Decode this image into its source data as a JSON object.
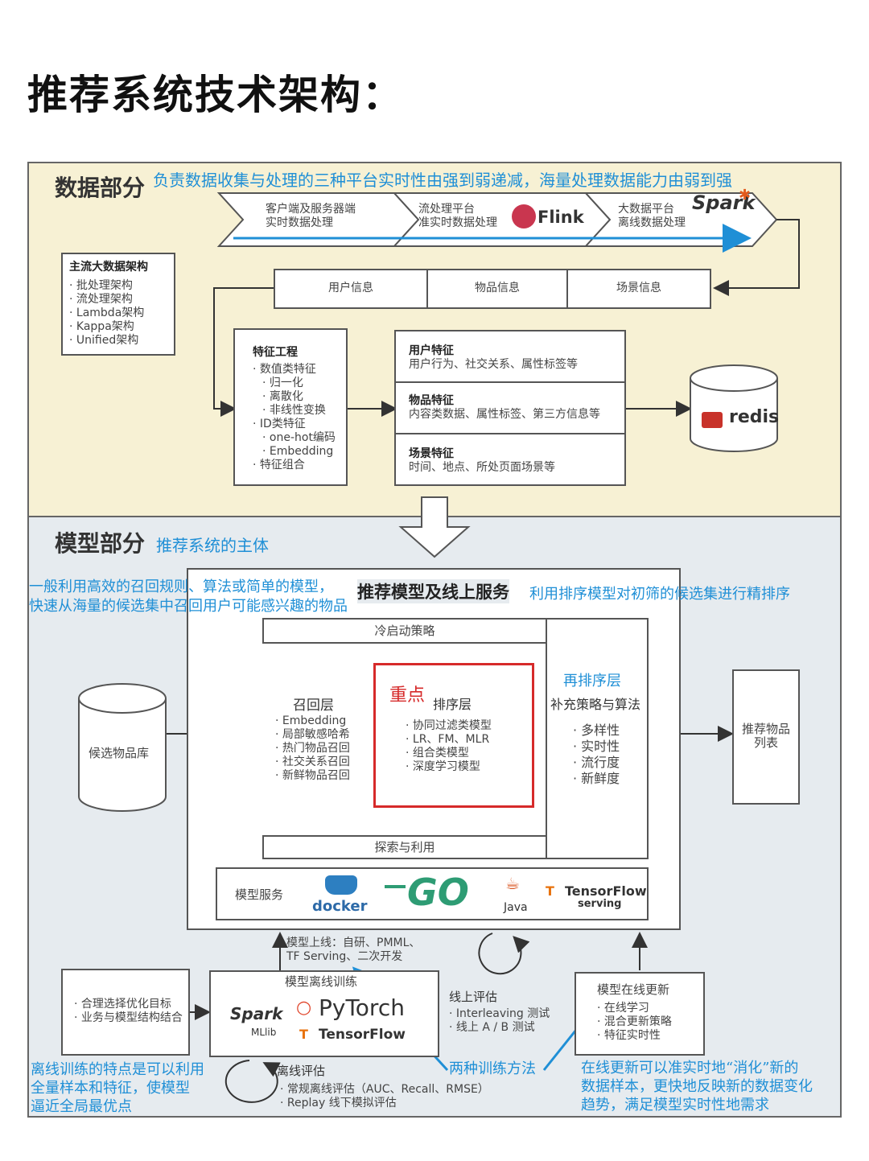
{
  "title": "推荐系统技术架构：",
  "data_section": {
    "label": "数据部分",
    "annotation": "负责数据收集与处理的三种平台实时性由强到弱递减，海量处理数据能力由弱到强",
    "platforms": [
      {
        "line1": "客户端及服务器端",
        "line2": "实时数据处理",
        "logo": ""
      },
      {
        "line1": "流处理平台",
        "line2": "准实时数据处理",
        "logo": "Flink"
      },
      {
        "line1": "大数据平台",
        "line2": "离线数据处理",
        "logo": "Spark"
      }
    ],
    "mainstream": {
      "title": "主流大数据架构",
      "items": [
        "· 批处理架构",
        "· 流处理架构",
        "· Lambda架构",
        "· Kappa架构",
        "· Unified架构"
      ]
    },
    "info_boxes": [
      "用户信息",
      "物品信息",
      "场景信息"
    ],
    "feature_engineering": {
      "title": "特征工程",
      "items": [
        "· 数值类特征",
        "· 归一化",
        "· 离散化",
        "· 非线性变换",
        "· ID类特征",
        "· one-hot编码",
        "· Embedding",
        "· 特征组合"
      ]
    },
    "features": [
      {
        "title": "用户特征",
        "desc": "用户行为、社交关系、属性标签等"
      },
      {
        "title": "物品特征",
        "desc": "内容类数据、属性标签、第三方信息等"
      },
      {
        "title": "场景特征",
        "desc": "时间、地点、所处页面场景等"
      }
    ],
    "redis": "redis"
  },
  "model_section": {
    "label": "模型部分",
    "annotation": "推荐系统的主体",
    "recall_note_line1": "一般利用高效的召回规则、算法或简单的模型，",
    "recall_note_line2": "快速从海量的候选集中召回用户可能感兴趣的物品",
    "rank_note": "利用排序模型对初筛的候选集进行精排序",
    "service_title": "推荐模型及线上服务",
    "cold_start": "冷启动策略",
    "explore": "探索与利用",
    "candidate_db": "候选物品库",
    "recall": {
      "title": "召回层",
      "items": [
        "· Embedding",
        "· 局部敏感哈希",
        "· 热门物品召回",
        "· 社交关系召回",
        "· 新鲜物品召回"
      ]
    },
    "rank": {
      "badge": "重点",
      "title": "排序层",
      "items": [
        "· 协同过滤类模型",
        "· LR、FM、MLR",
        "· 组合类模型",
        "· 深度学习模型"
      ]
    },
    "rerank": {
      "title": "再排序层",
      "subtitle": "补充策略与算法",
      "items": [
        "· 多样性",
        "· 实时性",
        "· 流行度",
        "· 新鲜度"
      ]
    },
    "result": {
      "line1": "推荐物品",
      "line2": "列表"
    },
    "model_service": {
      "label": "模型服务",
      "logos": [
        "docker",
        "GO",
        "Java",
        "TensorFlow",
        "serving"
      ]
    },
    "deploy_note_line1": "模型上线：自研、PMML、",
    "deploy_note_line2": "TF Serving、二次开发",
    "goal": {
      "items": [
        "· 合理选择优化目标",
        "· 业务与模型结构结合"
      ]
    },
    "offline_training": {
      "title": "模型离线训练",
      "spark": "Spark",
      "mllib": "MLlib",
      "pytorch": "PyTorch",
      "tensorflow": "TensorFlow"
    },
    "online_eval": {
      "title": "线上评估",
      "items": [
        "· Interleaving 测试",
        "· 线上 A / B 测试"
      ]
    },
    "offline_eval": {
      "title": "离线评估",
      "items": [
        "· 常规离线评估（AUC、Recall、RMSE）",
        "· Replay 线下模拟评估"
      ]
    },
    "online_update": {
      "title": "模型在线更新",
      "items": [
        "· 在线学习",
        "· 混合更新策略",
        "· 特征实时性"
      ]
    },
    "offline_note": [
      "离线训练的特点是可以利用",
      "全量样本和特征，使模型",
      "逼近全局最优点"
    ],
    "two_methods_note": "两种训练方法",
    "online_note": [
      "在线更新可以准实时地“消化”新的",
      "数据样本，更快地反映新的数据变化",
      "趋势，满足模型实时性地需求"
    ]
  },
  "colors": {
    "data_bg": "#f7f1d4",
    "model_bg": "#e6ebef",
    "annotation": "#1f8fd6",
    "highlight": "#d62a2a"
  }
}
